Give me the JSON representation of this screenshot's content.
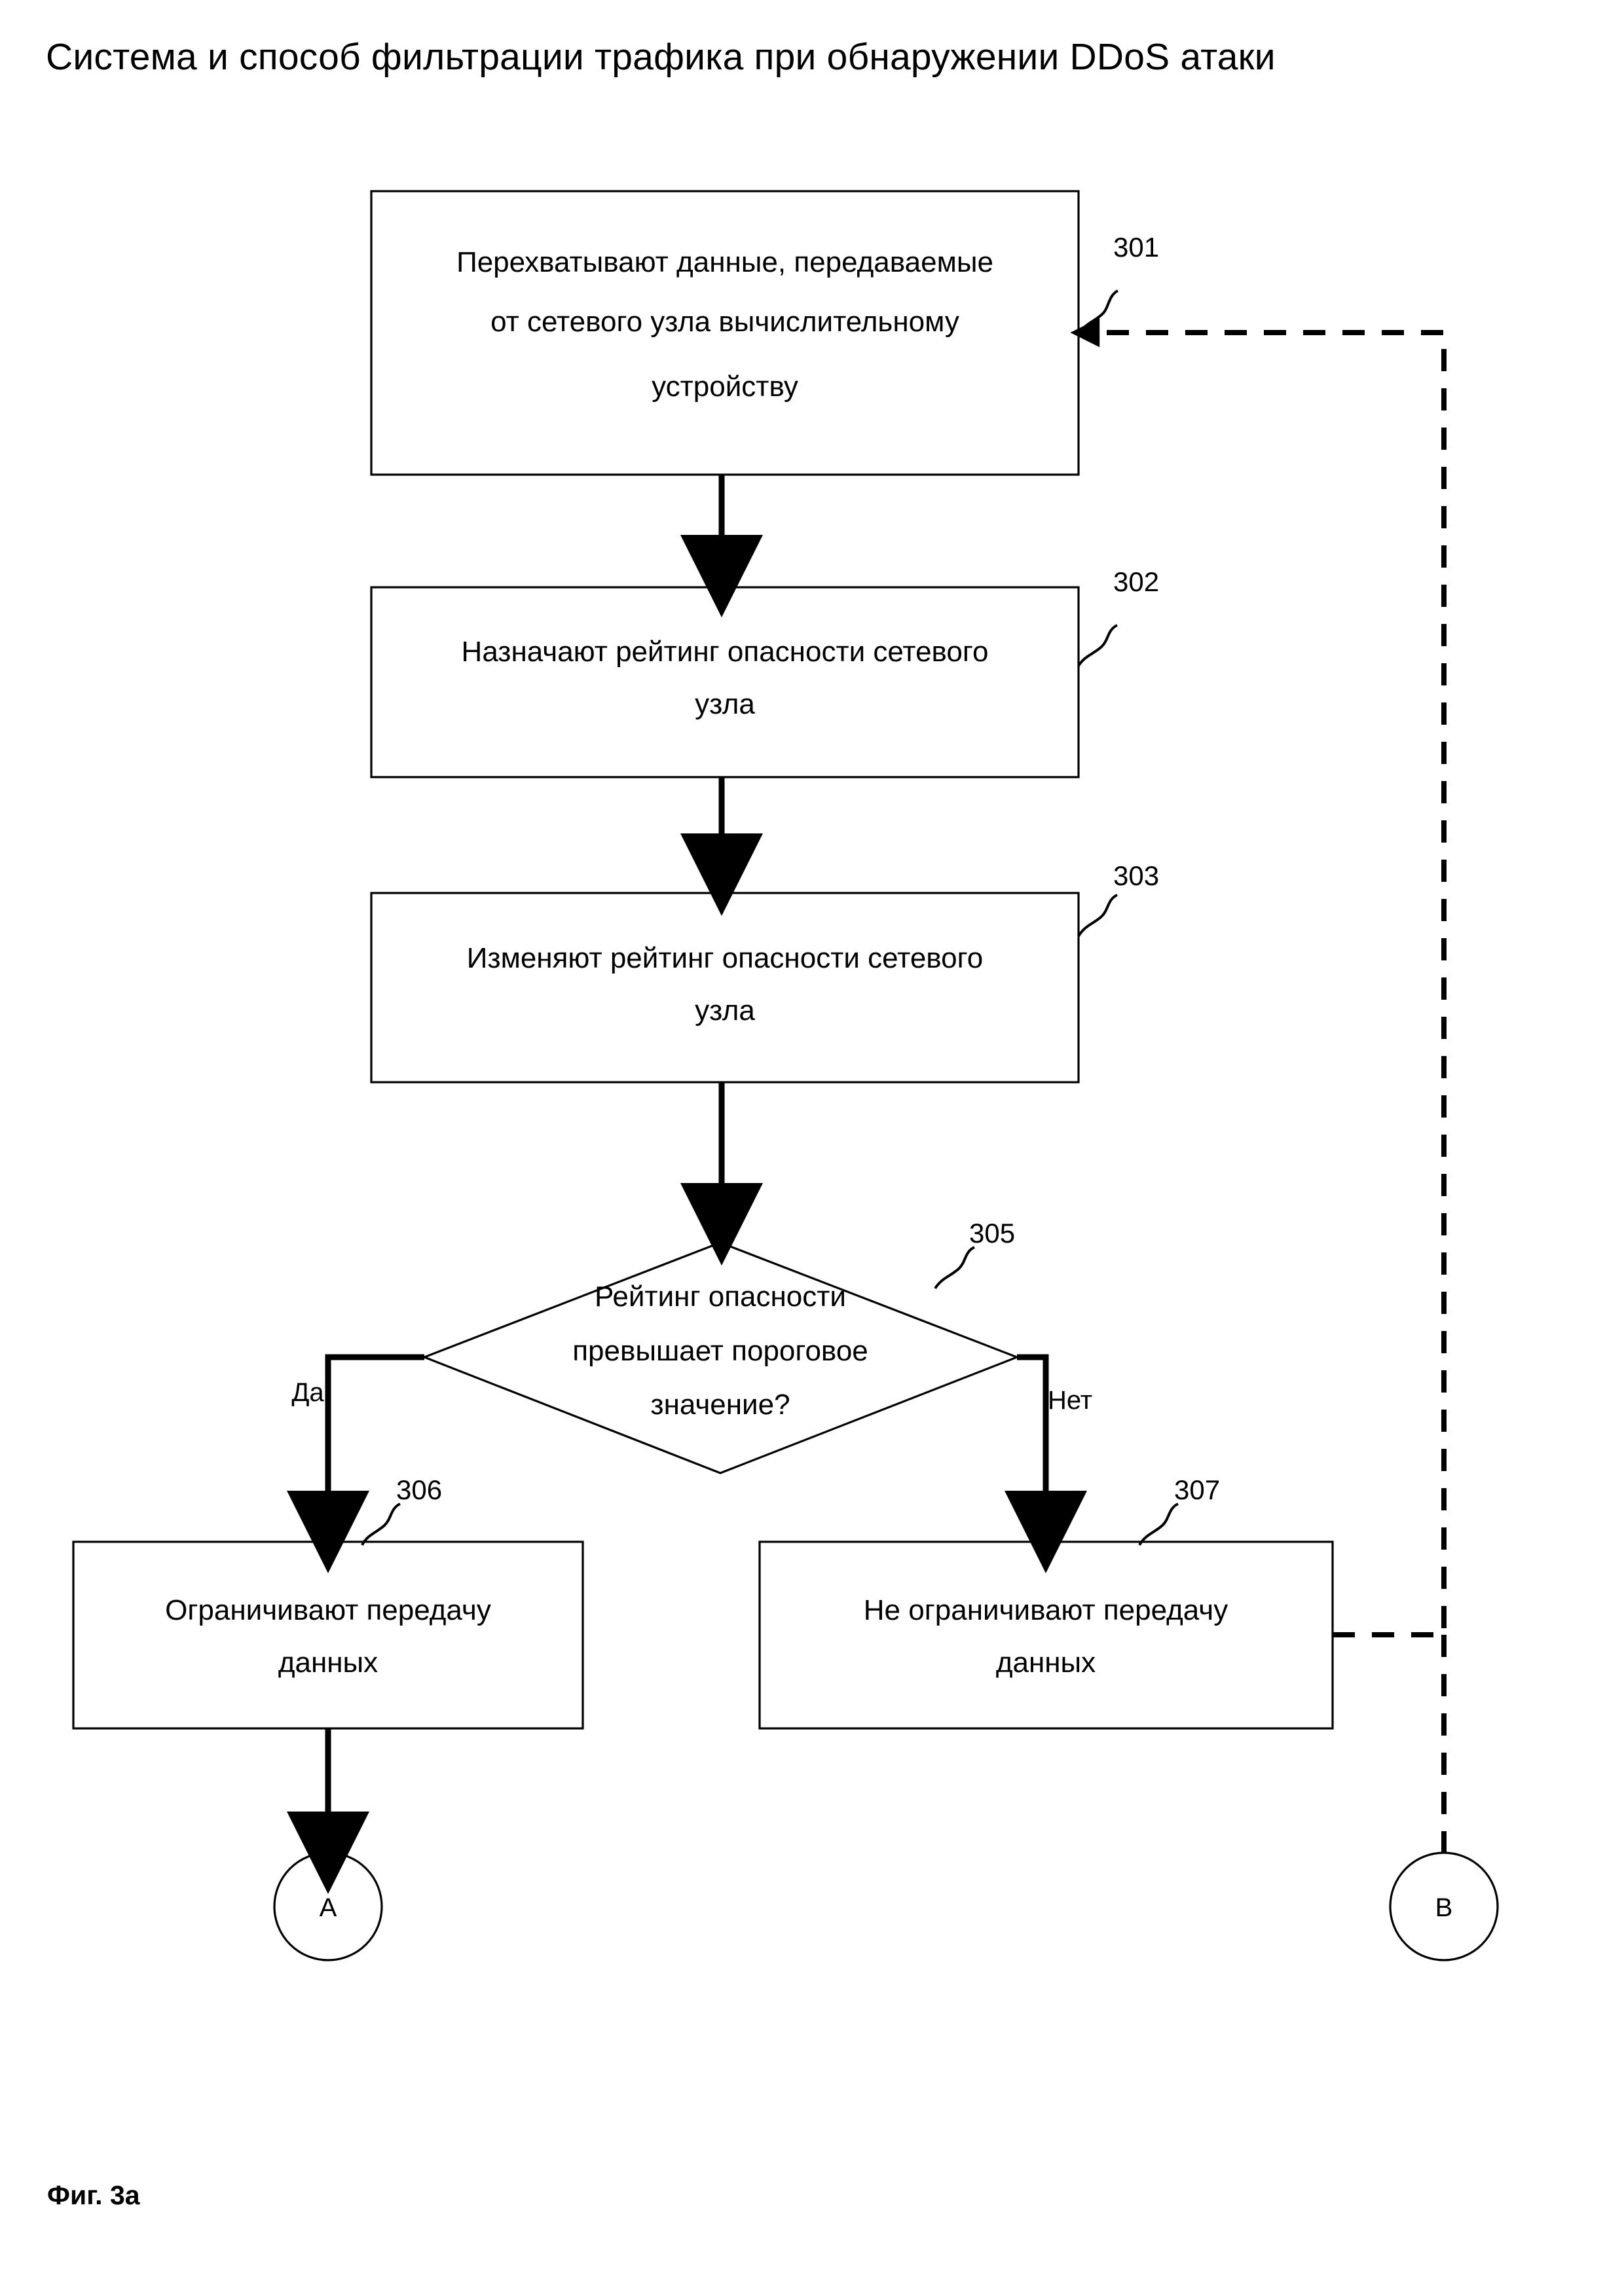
{
  "document": {
    "title": "Система и способ фильтрации трафика при обнаружении DDoS атаки",
    "figure_caption": "Фиг. 3а"
  },
  "flowchart": {
    "type": "flowchart",
    "nodes": [
      {
        "id": "301",
        "shape": "process",
        "ref": "301",
        "lines": [
          "Перехватывают данные, передаваемые",
          "от сетевого узла вычислительному",
          "устройству"
        ]
      },
      {
        "id": "302",
        "shape": "process",
        "ref": "302",
        "lines": [
          "Назначают рейтинг опасности сетевого",
          "узла"
        ]
      },
      {
        "id": "303",
        "shape": "process",
        "ref": "303",
        "lines": [
          "Изменяют рейтинг опасности сетевого",
          "узла"
        ]
      },
      {
        "id": "305",
        "shape": "decision",
        "ref": "305",
        "lines": [
          "Рейтинг опасности",
          "превышает пороговое",
          "значение?"
        ]
      },
      {
        "id": "306",
        "shape": "process",
        "ref": "306",
        "lines": [
          "Ограничивают передачу",
          "данных"
        ]
      },
      {
        "id": "307",
        "shape": "process",
        "ref": "307",
        "lines": [
          "Не ограничивают передачу",
          "данных"
        ]
      },
      {
        "id": "A",
        "shape": "connector",
        "label": "А"
      },
      {
        "id": "B",
        "shape": "connector",
        "label": "В"
      }
    ],
    "edge_labels": {
      "yes": "Да",
      "no": "Нет"
    },
    "colors": {
      "stroke": "#000000",
      "fill": "#ffffff",
      "background": "#ffffff"
    }
  }
}
